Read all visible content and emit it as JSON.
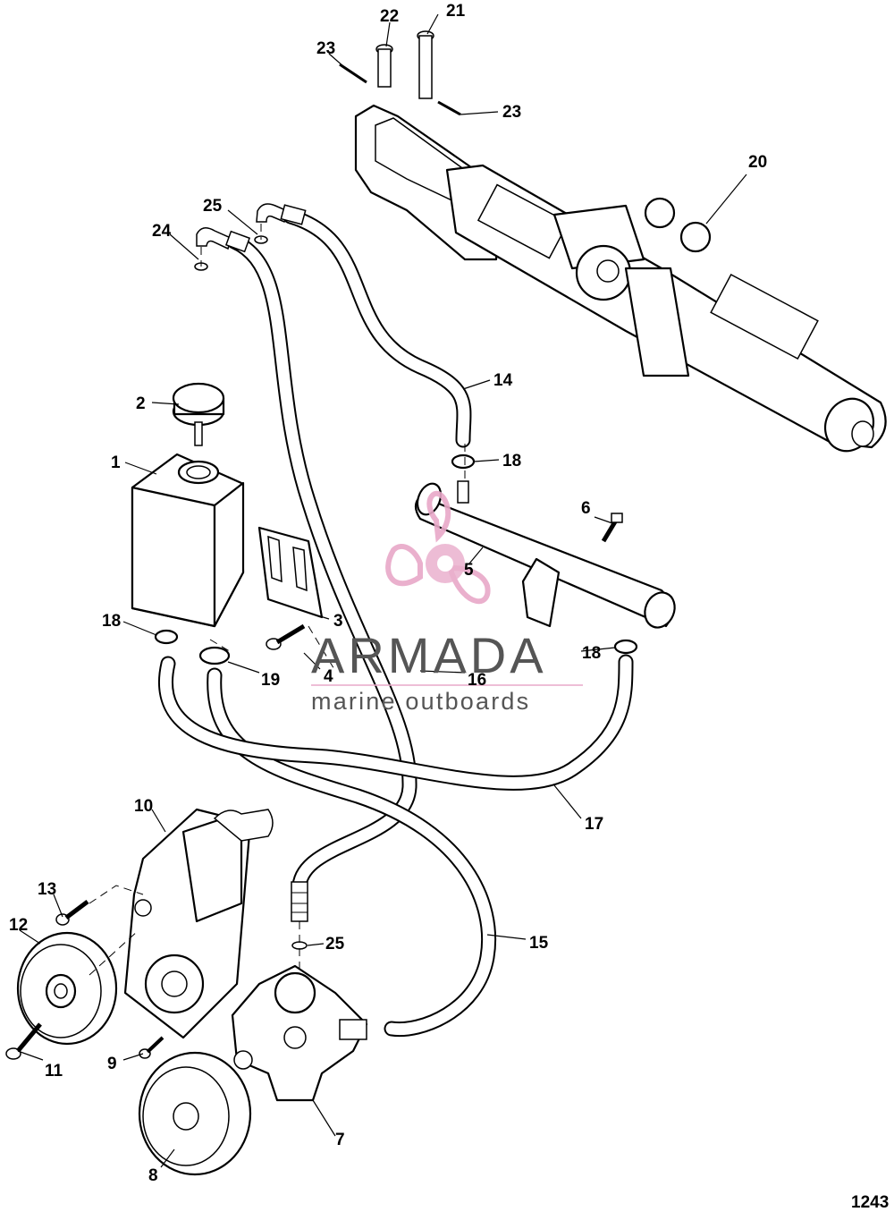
{
  "diagram": {
    "figure_number": "1243",
    "callouts": [
      {
        "id": "c1",
        "text": "1"
      },
      {
        "id": "c2",
        "text": "2"
      },
      {
        "id": "c3",
        "text": "3"
      },
      {
        "id": "c4",
        "text": "4"
      },
      {
        "id": "c5",
        "text": "5"
      },
      {
        "id": "c6",
        "text": "6"
      },
      {
        "id": "c7",
        "text": "7"
      },
      {
        "id": "c8",
        "text": "8"
      },
      {
        "id": "c9",
        "text": "9"
      },
      {
        "id": "c10",
        "text": "10"
      },
      {
        "id": "c11",
        "text": "11"
      },
      {
        "id": "c12",
        "text": "12"
      },
      {
        "id": "c13",
        "text": "13"
      },
      {
        "id": "c14",
        "text": "14"
      },
      {
        "id": "c15",
        "text": "15"
      },
      {
        "id": "c16",
        "text": "16"
      },
      {
        "id": "c17",
        "text": "17"
      },
      {
        "id": "c18a",
        "text": "18"
      },
      {
        "id": "c18b",
        "text": "18"
      },
      {
        "id": "c18c",
        "text": "18"
      },
      {
        "id": "c19",
        "text": "19"
      },
      {
        "id": "c20",
        "text": "20"
      },
      {
        "id": "c21",
        "text": "21"
      },
      {
        "id": "c22",
        "text": "22"
      },
      {
        "id": "c23a",
        "text": "23"
      },
      {
        "id": "c23b",
        "text": "23"
      },
      {
        "id": "c24",
        "text": "24"
      },
      {
        "id": "c25a",
        "text": "25"
      },
      {
        "id": "c25b",
        "text": "25"
      }
    ]
  },
  "watermark": {
    "brand": "ARMADA",
    "tagline": "marine outboards",
    "logo_icon": "propeller-logo-icon",
    "colors": {
      "logo": "#e8a8c8",
      "text": "#555555",
      "rule": "#e8a8c8"
    }
  }
}
